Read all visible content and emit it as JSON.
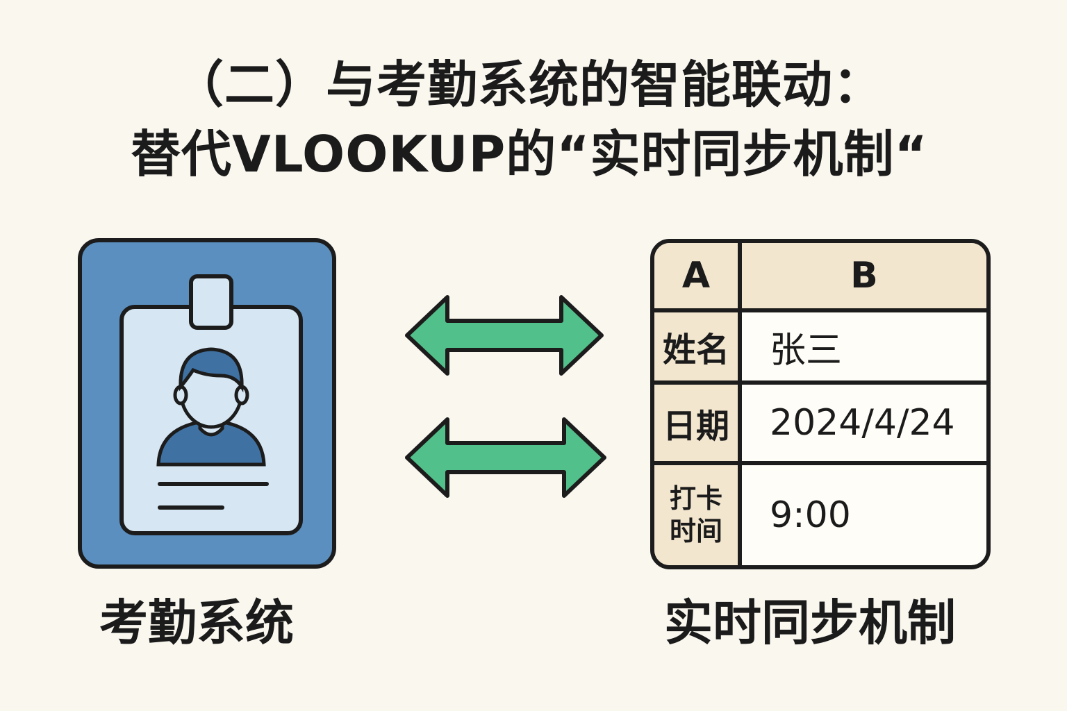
{
  "title": {
    "line1": "（二）与考勤系统的智能联动：",
    "line2": "替代VLOOKUP的“实时同步机制“"
  },
  "left": {
    "caption": "考勤系统",
    "icon": "id-badge-icon",
    "color": "#5a8fbf"
  },
  "arrows": {
    "icon": "double-arrow-icon",
    "color": "#52c08a"
  },
  "right": {
    "caption": "实时同步机制",
    "table": {
      "headers": [
        "A",
        "B"
      ],
      "rows": [
        {
          "label": "姓名",
          "value": "张三"
        },
        {
          "label": "日期",
          "value": "2024/4/24"
        },
        {
          "label": "打卡时间",
          "value": "9:00"
        }
      ]
    }
  }
}
